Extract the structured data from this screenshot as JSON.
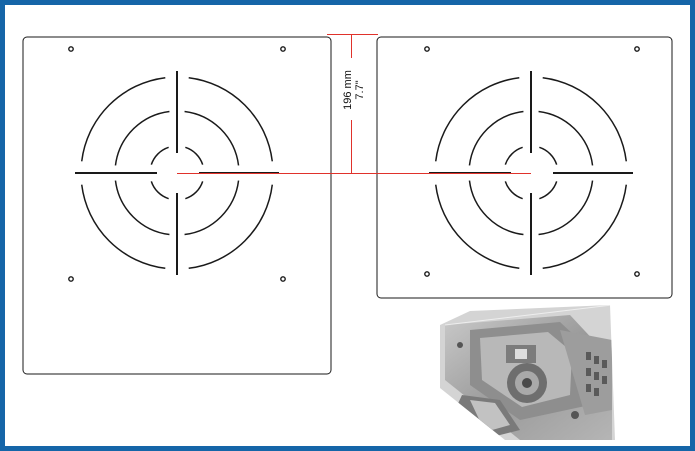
{
  "colors": {
    "frame": "#1565a8",
    "outline": "#1a1a1a",
    "dimension": "#e0322b",
    "photo_bg": "#d8d8d8"
  },
  "dimension": {
    "metric": "196 mm",
    "imperial": "7.7\""
  },
  "panels": [
    {
      "name": "left-mounting-template",
      "holes": 4,
      "rings": 3
    },
    {
      "name": "right-mounting-template",
      "holes": 4,
      "rings": 3
    }
  ],
  "photo": {
    "subject": "mechanism-photo"
  }
}
